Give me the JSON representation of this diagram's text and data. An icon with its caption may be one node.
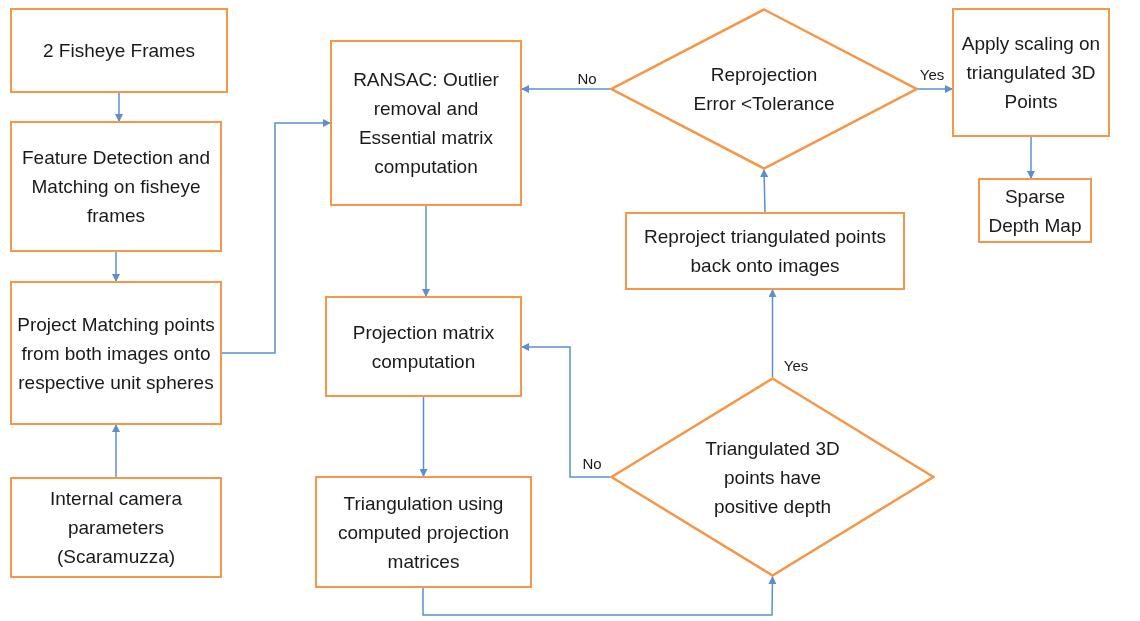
{
  "diagram": {
    "nodes": [
      {
        "text": [
          "2 Fisheye Frames"
        ]
      },
      {
        "text": [
          "Feature Detection and Matching on fisheye frames"
        ]
      },
      {
        "text": [
          "Project Matching points from both images onto respective unit spheres"
        ]
      },
      {
        "text": [
          "Internal camera parameters (Scaramuzza)"
        ]
      },
      {
        "text": [
          "RANSAC: Outlier removal and Essential matrix computation"
        ]
      },
      {
        "text": [
          "Projection matrix computation"
        ]
      },
      {
        "text": [
          "Triangulation using computed projection matrices"
        ]
      },
      {
        "text": [
          "Triangulated 3D points have positive depth"
        ]
      },
      {
        "text": [
          "Reproject triangulated points back onto images"
        ]
      },
      {
        "text": [
          "Reprojection Error <Tolerance"
        ]
      },
      {
        "text": [
          "Apply scaling on triangulated 3D Points"
        ]
      },
      {
        "text": [
          "Sparse Depth Map"
        ]
      }
    ],
    "edges": [
      {
        "from": 0,
        "to": 1,
        "arrow": "to"
      },
      {
        "from": 1,
        "to": 2,
        "arrow": "to"
      },
      {
        "from": 3,
        "to": 2,
        "arrow": "to"
      },
      {
        "from": 2,
        "to": 4,
        "arrow": "to"
      },
      {
        "from": 4,
        "to": 5,
        "arrow": "to"
      },
      {
        "from": 5,
        "to": 6,
        "arrow": "to"
      },
      {
        "from": 6,
        "to": 7,
        "arrow": "to"
      },
      {
        "from": 7,
        "to": 5,
        "arrow": "to",
        "label": "No"
      },
      {
        "from": 7,
        "to": 8,
        "arrow": "to",
        "label": "Yes"
      },
      {
        "from": 8,
        "to": 9,
        "arrow": "to"
      },
      {
        "from": 9,
        "to": 4,
        "arrow": "to",
        "label": "No"
      },
      {
        "from": 9,
        "to": 10,
        "arrow": "to",
        "label": "Yes"
      },
      {
        "from": 10,
        "to": 11,
        "arrow": "to"
      }
    ]
  }
}
